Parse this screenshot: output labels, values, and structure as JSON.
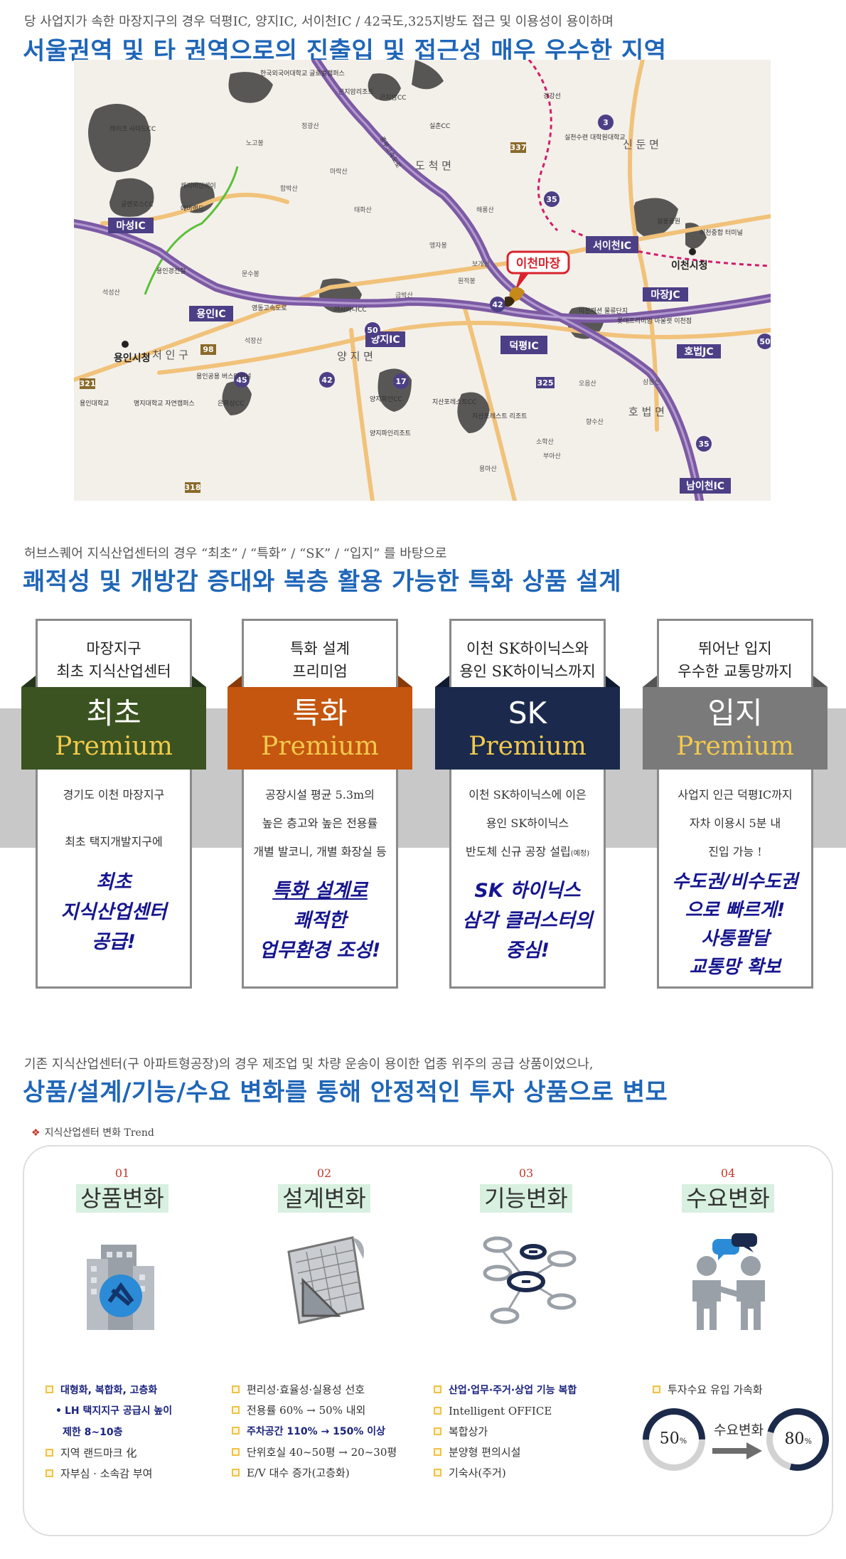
{
  "section1": {
    "subtitle": "당 사업지가 속한 마장지구의 경우 덕평IC, 양지IC, 서이천IC / 42국도,325지방도 접근 및 이용성이 용이하며",
    "title": "서울권역 및 타 권역으로의 진출입 및 접근성 매우 우수한 지역"
  },
  "map": {
    "site_label": "이천마장",
    "ic_labels": [
      "마성IC",
      "용인IC",
      "양지IC",
      "덕평IC",
      "서이천IC",
      "마장JC",
      "호법JC",
      "남이천IC"
    ],
    "road_numbers": [
      "50",
      "42",
      "17",
      "45",
      "35",
      "3",
      "325",
      "42",
      "50",
      "35",
      "98",
      "321",
      "337",
      "318"
    ],
    "districts": [
      "도 척 면",
      "처 인 구",
      "양 지 면",
      "신 둔 면",
      "호 법 면"
    ],
    "places": [
      "용인시청",
      "이천시청",
      "한국외국어대학교 글로벌캠퍼스",
      "곤지암리조트",
      "곤지암CC",
      "레이크 사이드CC",
      "캐리비안베이",
      "에버랜드",
      "글렌로스CC",
      "아시아나CC",
      "양지파인CC",
      "양지파인리조트",
      "지산포레스트CC",
      "지산포레스트 리조트",
      "은화삼CC",
      "용인공용 버스터미널",
      "명지대학교 자연캠퍼스",
      "용인대학교",
      "실촌CC",
      "실천수련 대학원대학교",
      "이천중합 터미널",
      "롯데프리미엄 아울렛 이천점",
      "이천패션 물류단지",
      "설봉공원",
      "용인경전철",
      "경강선",
      "중부고속도로",
      "영동고속도로"
    ],
    "mountains": [
      "정광산",
      "노고봉",
      "마락산",
      "태화산",
      "해룡산",
      "앵자봉",
      "원적봉",
      "금박산",
      "오음산",
      "석성산",
      "문수봉",
      "함박산",
      "소학산",
      "삼봉산",
      "용마산",
      "부아산",
      "향수산",
      "보개산",
      "석장산"
    ]
  },
  "section2": {
    "subtitle": "허브스퀘어 지식산업센터의 경우 “최초” / “특화” / “SK” / “입지” 를 바탕으로",
    "title": "쾌적성 및 개방감 증대와 복층 활용 가능한 특화 상품 설계"
  },
  "cards": [
    {
      "head": [
        "마장지구",
        "최초 지식산업센터"
      ],
      "big": "최초",
      "premium": "Premium",
      "color": "#3b5320",
      "body": [
        "경기도 이천 마장지구",
        "최초 택지개발지구에"
      ],
      "highlight": [
        "최초",
        "지식산업센터",
        "공급!"
      ]
    },
    {
      "head": [
        "특화 설계",
        "프리미엄"
      ],
      "big": "특화",
      "premium": "Premium",
      "color": "#c4560f",
      "body": [
        "공장시설 평균 5.3m의",
        "높은 층고와 높은 전용률",
        "개별 발코니, 개별 화장실 등"
      ],
      "highlight": [
        "특화 설계로",
        "쾌적한",
        "업무환경 조성!"
      ]
    },
    {
      "head": [
        "이천 SK하이닉스와",
        "용인 SK하이닉스까지"
      ],
      "big": "SK",
      "premium": "Premium",
      "color": "#1b2a4c",
      "body": [
        "이천 SK하이닉스에 이은",
        "용인 SK하이닉스",
        "반도체 신규 공장 설립"
      ],
      "body_note": "(예정)",
      "highlight": [
        "SK 하이닉스",
        "삼각 클러스터의",
        "중심!"
      ]
    },
    {
      "head": [
        "뛰어난 입지",
        "우수한 교통망까지"
      ],
      "big": "입지",
      "premium": "Premium",
      "color": "#7a7a7a",
      "body": [
        "사업지 인근 덕평IC까지",
        "자차 이용시 5분 내",
        "진입 가능 !"
      ],
      "highlight": [
        "수도권/비수도권",
        "으로 빠르게!",
        "사통팔달",
        "교통망 확보"
      ]
    }
  ],
  "section3": {
    "subtitle": "기존 지식산업센터(구 아파트형공장)의 경우 제조업 및 차량 운송이 용이한 업종 위주의 공급 상품이었으나,",
    "title": "상품/설계/기능/수요 변화를 통해 안정적인 투자 상품으로 변모",
    "trend_label": "지식산업센터 변화 Trend"
  },
  "trend": [
    {
      "num": "01",
      "title": "상품변화",
      "icon": "building-icon",
      "items": [
        {
          "text": "대형화, 복합화, 고층화",
          "bold": true,
          "sub": false
        },
        {
          "text": "LH 택지지구 공급시 높이",
          "bold": true,
          "sub": true
        },
        {
          "text": "제한 8~10층",
          "bold": true,
          "sub": true,
          "nobullet": true
        },
        {
          "text": "지역 랜드마크 化",
          "bold": false,
          "sub": false
        },
        {
          "text": "자부심 · 소속감 부여",
          "bold": false,
          "sub": false
        }
      ]
    },
    {
      "num": "02",
      "title": "설계변화",
      "icon": "blueprint-icon",
      "items": [
        {
          "text": "편리성·효율성·실용성 선호",
          "bold": false,
          "sub": false
        },
        {
          "text": "전용률 60% → 50% 내외",
          "bold": false,
          "sub": false
        },
        {
          "text": "주차공간 110% → 150% 이상",
          "bold": true,
          "sub": false
        },
        {
          "text": "단위호실 40~50평 → 20~30평",
          "bold": false,
          "sub": false
        },
        {
          "text": "E/V 대수 증가(고층화)",
          "bold": false,
          "sub": false
        }
      ]
    },
    {
      "num": "03",
      "title": "기능변화",
      "icon": "network-icon",
      "items": [
        {
          "text": "산업·업무·주거·상업 기능 복합",
          "bold": true,
          "sub": false
        },
        {
          "text": "Intelligent OFFICE",
          "bold": false,
          "sub": false
        },
        {
          "text": "복합상가",
          "bold": false,
          "sub": false
        },
        {
          "text": "분양형 편의시설",
          "bold": false,
          "sub": false
        },
        {
          "text": "기숙사(주거)",
          "bold": false,
          "sub": false
        }
      ]
    },
    {
      "num": "04",
      "title": "수요변화",
      "icon": "people-talk-icon",
      "items": [
        {
          "text": "투자수요 유입 가속화",
          "bold": false,
          "sub": false
        }
      ],
      "from": "50",
      "to": "80",
      "pct": "%",
      "arrow_label": "수요변화"
    }
  ]
}
